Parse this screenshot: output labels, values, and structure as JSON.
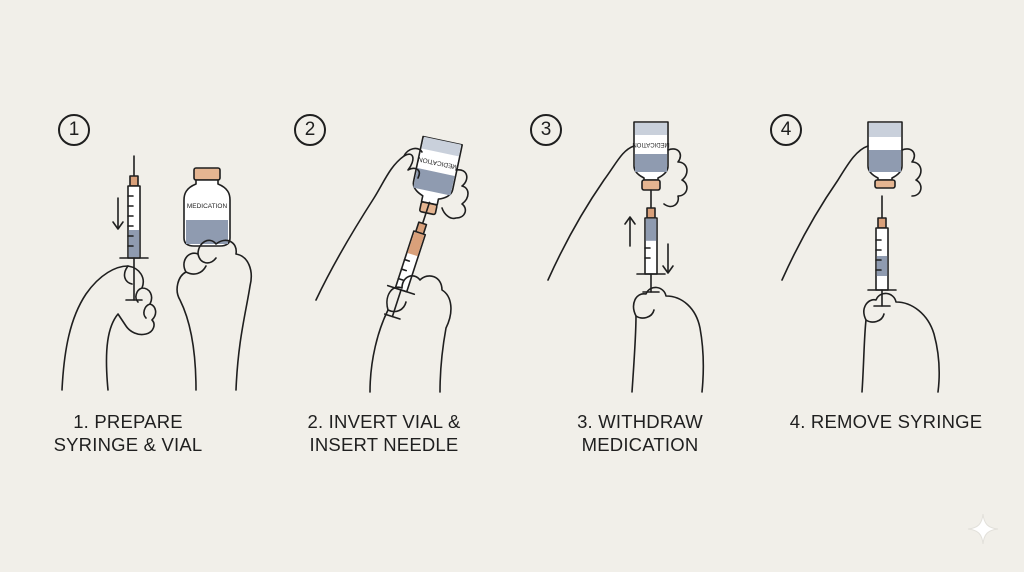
{
  "steps": [
    {
      "number": "1",
      "caption_line1": "1. PREPARE",
      "caption_line2": "SYRINGE & VIAL",
      "vial_label": "MEDICATION"
    },
    {
      "number": "2",
      "caption_line1": "2. INVERT VIAL &",
      "caption_line2": "INSERT NEEDLE",
      "vial_label": "MEDICATION"
    },
    {
      "number": "3",
      "caption_line1": "3. WITHDRAW",
      "caption_line2": "MEDICATION",
      "vial_label": "MEDICATION"
    },
    {
      "number": "4",
      "caption_line1": "4. REMOVE SYRINGE",
      "caption_line2": "",
      "vial_label": ""
    }
  ],
  "colors": {
    "background": "#f1efe9",
    "ink": "#1f1f1f",
    "vial_cap": "#e5b591",
    "vial_liquid": "#8f9bb0",
    "vial_glass": "#c9d0db",
    "needle_hub": "#d9a07a"
  }
}
